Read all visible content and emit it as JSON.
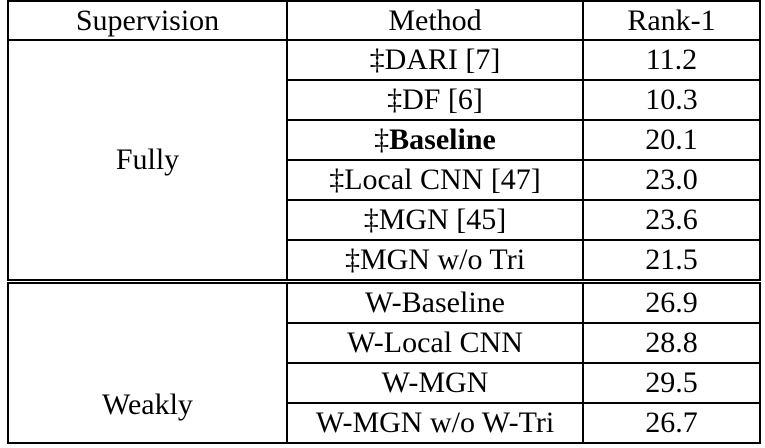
{
  "chart_data": {
    "type": "table",
    "columns": [
      "Supervision",
      "Method",
      "Rank-1"
    ],
    "groups": [
      {
        "supervision": "Fully",
        "rows": [
          {
            "method": "‡DARI [7]",
            "rank1": "11.2",
            "bold": false
          },
          {
            "method": "‡DF [6]",
            "rank1": "10.3",
            "bold": false
          },
          {
            "method": "Baseline",
            "prefix": "‡",
            "rank1": "20.1",
            "bold": true
          },
          {
            "method": "‡Local CNN [47]",
            "rank1": "23.0",
            "bold": false
          },
          {
            "method": "‡MGN [45]",
            "rank1": "23.6",
            "bold": false
          },
          {
            "method": "‡MGN w/o Tri",
            "rank1": "21.5",
            "bold": false
          }
        ]
      },
      {
        "supervision": "Weakly",
        "rows": [
          {
            "method": "W-Baseline",
            "rank1": "26.9",
            "bold": true
          },
          {
            "method": "W-Local CNN",
            "rank1": "28.8",
            "bold": false
          },
          {
            "method": "W-MGN",
            "rank1": "29.5",
            "bold": false
          },
          {
            "method": "W-MGN w/o W-Tri",
            "rank1": "26.7",
            "bold": false
          }
        ]
      }
    ]
  }
}
